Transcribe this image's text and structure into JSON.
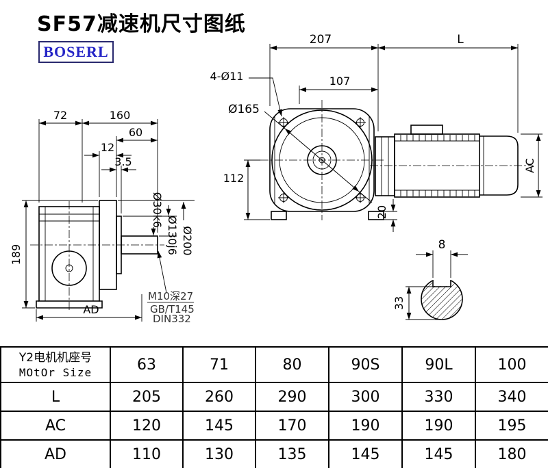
{
  "page": {
    "title": "SF57减速机尺寸图纸",
    "brand": "BOSERL",
    "brand_color": "#2424c6",
    "brand_border_color": "#29296e",
    "line_color": "#000000"
  },
  "side_view": {
    "dim_72": "72",
    "dim_160": "160",
    "dim_60": "60",
    "dim_12": "12",
    "dim_3_5": "3.5",
    "dim_189": "189",
    "dim_AD": "AD",
    "dim_shaft": "Ø30k6",
    "dim_spigot": "Ø130j6",
    "dim_flange": "Ø200",
    "note_tap": "M10深27",
    "note_gb": "GB/T145",
    "note_din": "DIN332"
  },
  "front_view": {
    "dim_207": "207",
    "dim_L": "L",
    "dim_holes": "4-Ø11",
    "dim_107": "107",
    "dim_165": "Ø165",
    "dim_112": "112",
    "dim_20": "20",
    "dim_AC": "AC"
  },
  "section_view": {
    "dim_8": "8",
    "dim_33": "33"
  },
  "table": {
    "header_cn": "Y2电机机座号",
    "header_en": "MOtOr Size",
    "columns": [
      "63",
      "71",
      "80",
      "90S",
      "90L",
      "100"
    ],
    "rows": [
      {
        "label": "L",
        "values": [
          "205",
          "260",
          "290",
          "300",
          "330",
          "340"
        ]
      },
      {
        "label": "AC",
        "values": [
          "120",
          "145",
          "170",
          "190",
          "190",
          "195"
        ]
      },
      {
        "label": "AD",
        "values": [
          "110",
          "130",
          "135",
          "145",
          "145",
          "180"
        ]
      }
    ]
  }
}
